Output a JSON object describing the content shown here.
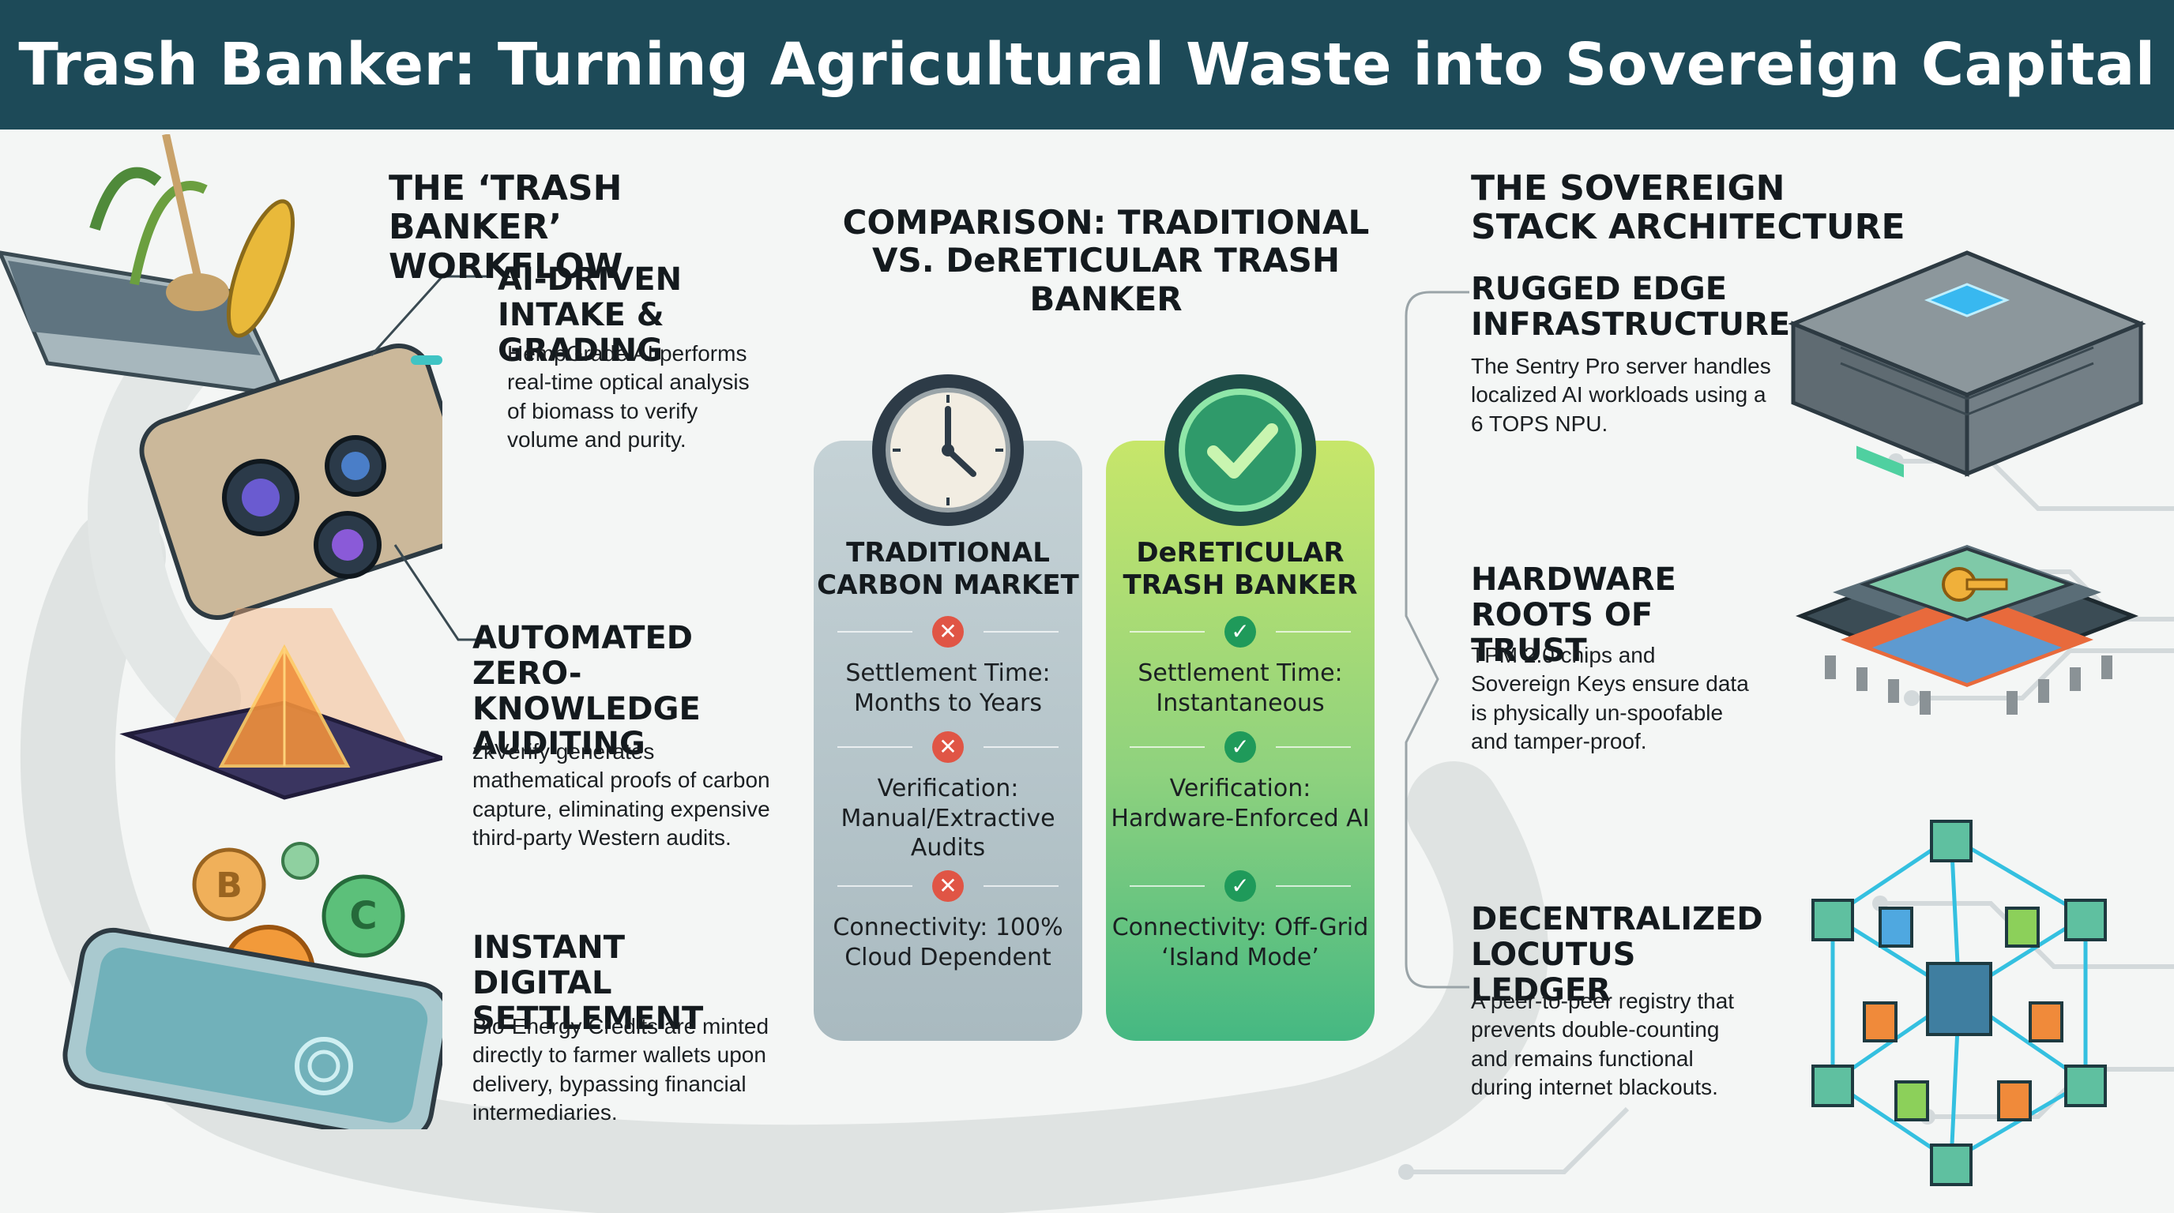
{
  "title": "Trash Banker: Turning Agricultural Waste into Sovereign Capital",
  "workflow": {
    "heading": "THE ‘TRASH BANKER’ WORKFLOW",
    "steps": [
      {
        "heading": "AI-DRIVEN INTAKE & GRADING",
        "text": "HempGrade AI performs real-time optical analysis of biomass to verify volume and purity."
      },
      {
        "heading": "AUTOMATED ZERO-KNOWLEDGE AUDITING",
        "text": "zkVerify generates mathematical proofs of carbon capture, eliminating expensive third-party Western audits."
      },
      {
        "heading": "INSTANT DIGITAL SETTLEMENT",
        "text": "Bio-Energy Credits are minted directly to farmer wallets upon delivery, bypassing financial intermediaries."
      }
    ]
  },
  "comparison": {
    "heading": "COMPARISON: TRADITIONAL VS. DeRETICULAR TRASH BANKER",
    "traditional": {
      "heading": "TRADITIONAL CARBON MARKET",
      "icon": "clock-icon",
      "rows": [
        {
          "mark": "x-icon",
          "text": "Settlement Time: Months to Years"
        },
        {
          "mark": "x-icon",
          "text": "Verification: Manual/Extractive Audits"
        },
        {
          "mark": "x-icon",
          "text": "Connectivity: 100% Cloud Dependent"
        }
      ]
    },
    "dereticular": {
      "heading": "DeRETICULAR TRASH BANKER",
      "icon": "checkmark-icon",
      "rows": [
        {
          "mark": "check-icon",
          "text": "Settlement Time: Instantaneous"
        },
        {
          "mark": "check-icon",
          "text": "Verification: Hardware-Enforced AI"
        },
        {
          "mark": "check-icon",
          "text": "Connectivity: Off-Grid ‘Island Mode’"
        }
      ]
    }
  },
  "stack": {
    "heading": "THE SOVEREIGN STACK ARCHITECTURE",
    "layers": [
      {
        "heading": "RUGGED EDGE INFRASTRUCTURE",
        "text": "The Sentry Pro server handles localized AI workloads using a 6 TOPS NPU."
      },
      {
        "heading": "HARDWARE ROOTS OF TRUST",
        "text": "TPM 2.0 chips and Sovereign Keys ensure data is physically un-spoofable and tamper-proof."
      },
      {
        "heading": "DECENTRALIZED LOCUTUS LEDGER",
        "text": "A peer-to-peer registry that prevents double-counting and remains functional during internet blackouts."
      }
    ]
  },
  "colors": {
    "banner": "#1d4a58",
    "traditional_card": "#b6c5ca",
    "dereticular_card_top": "#c7e66a",
    "dereticular_card_bottom": "#45b882",
    "x_mark": "#e05545",
    "check_mark": "#1f9a5a"
  }
}
